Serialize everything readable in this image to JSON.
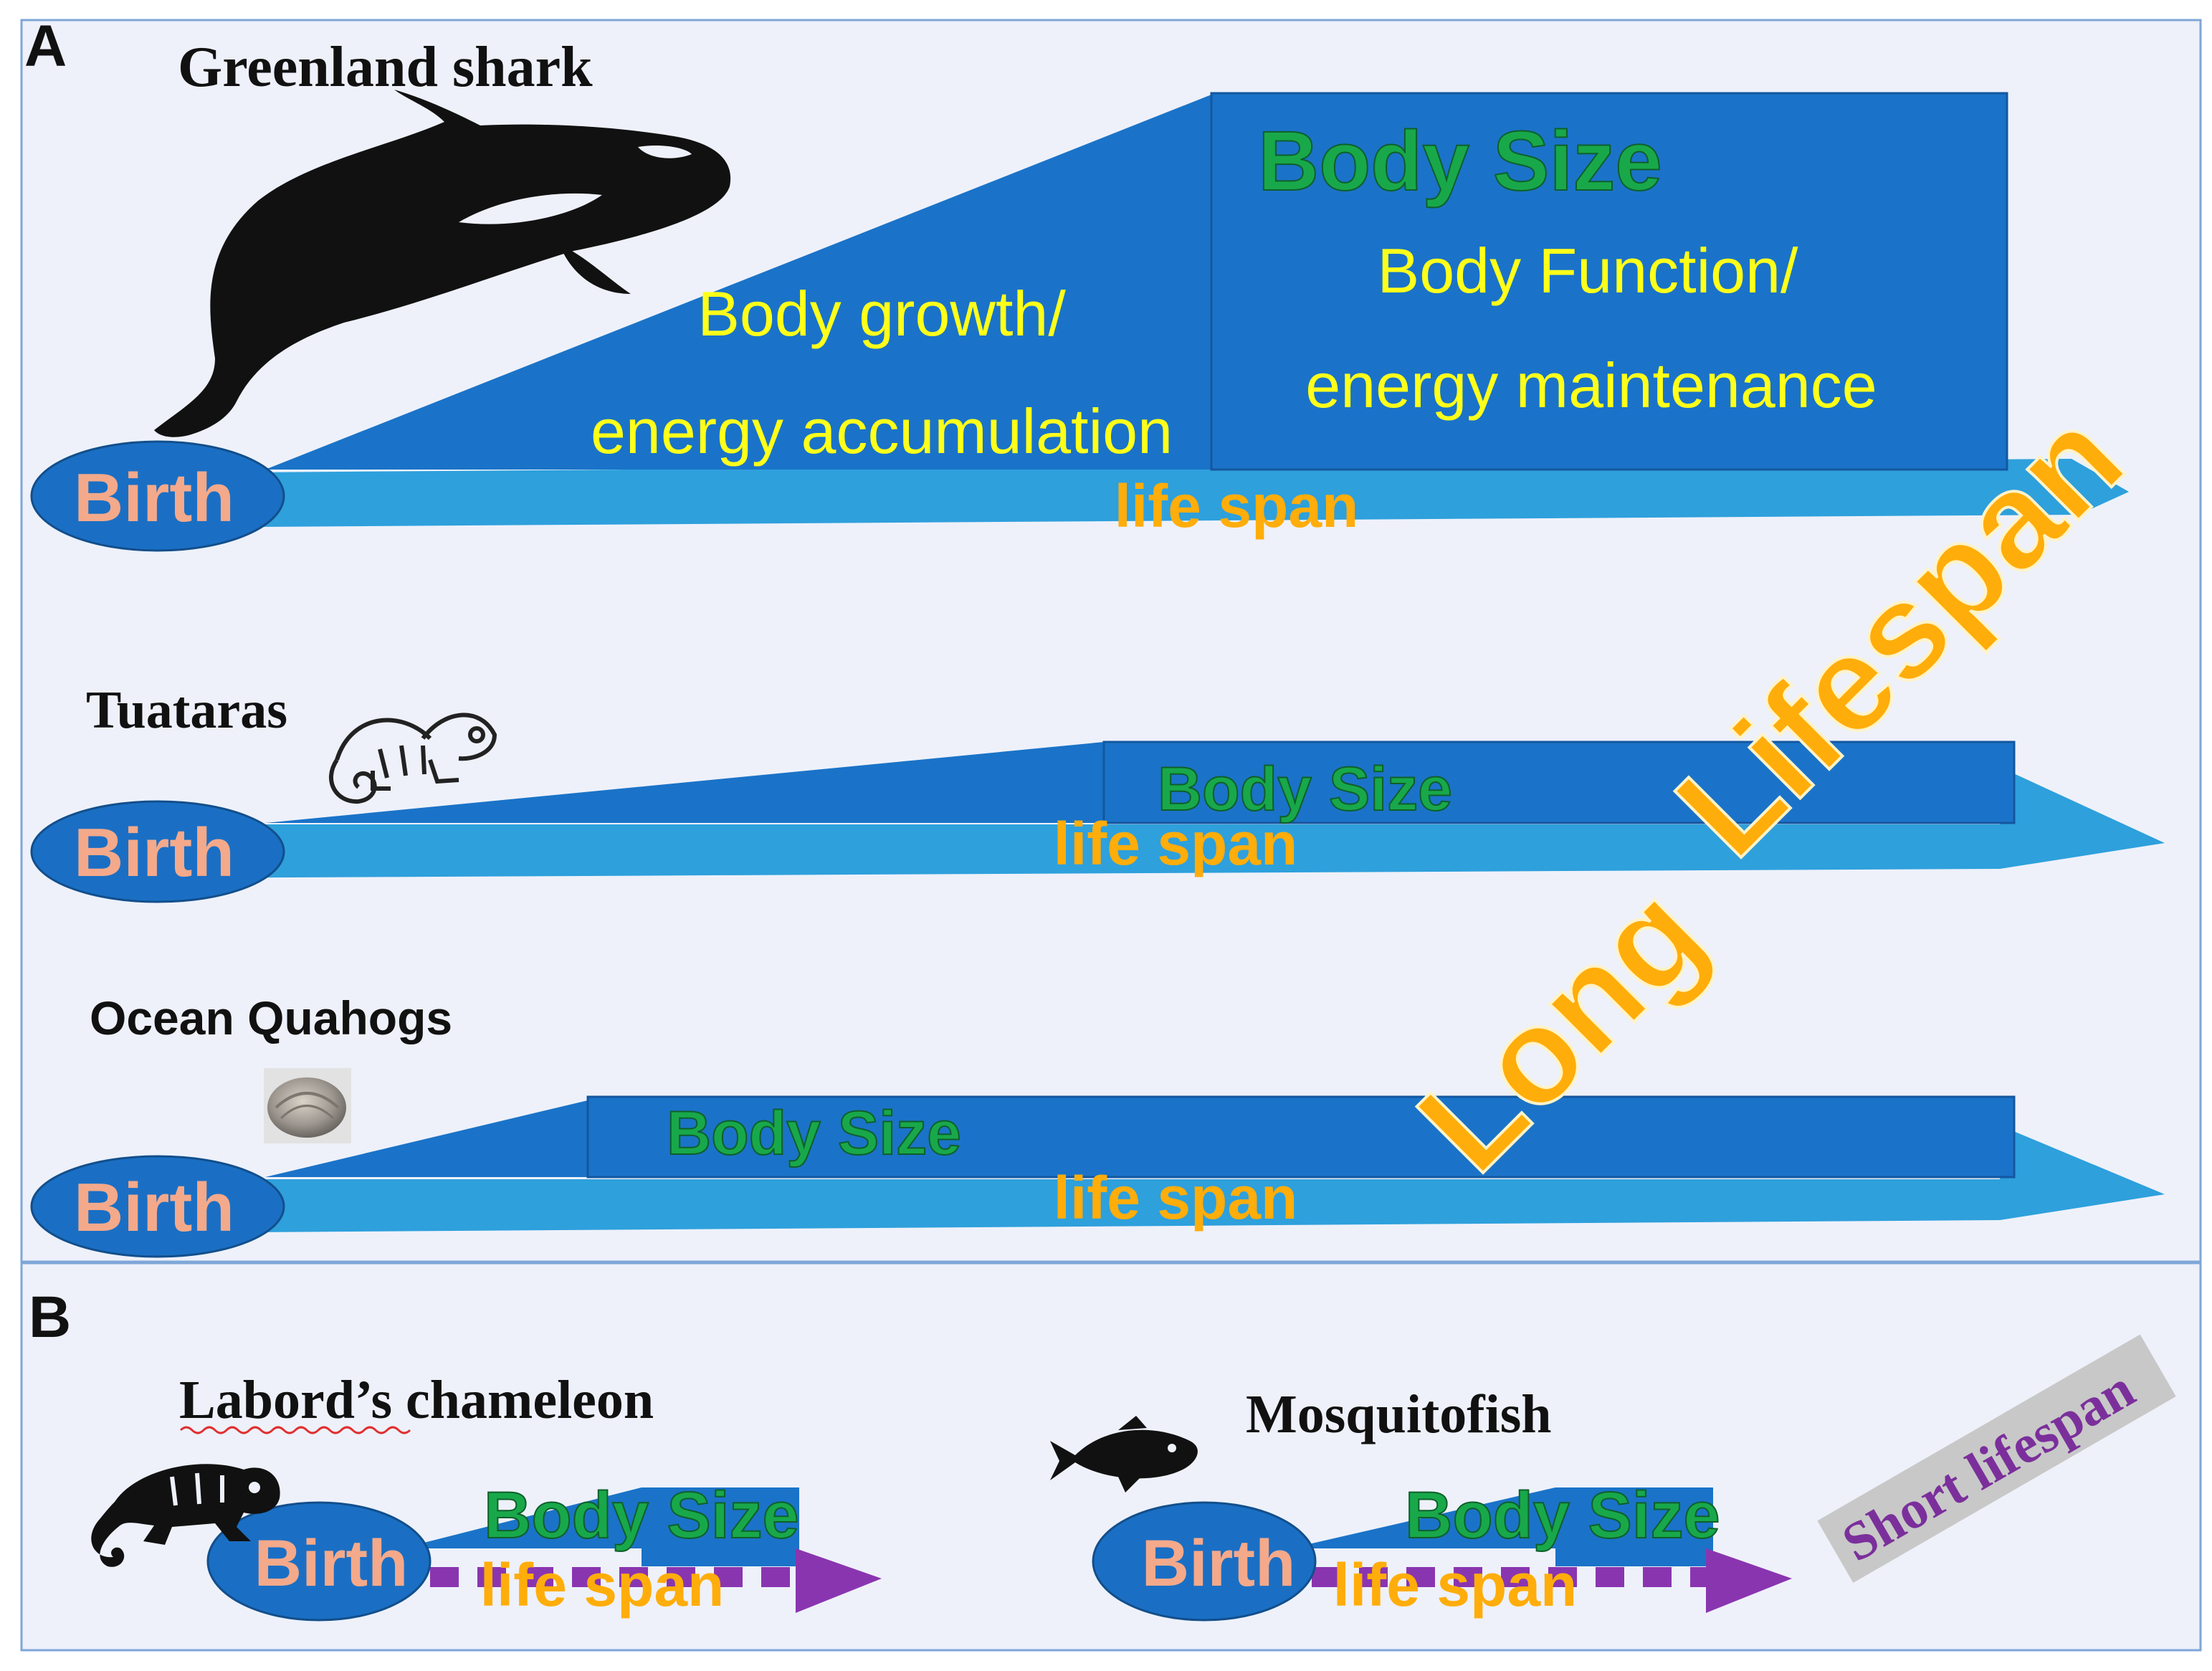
{
  "panels": {
    "a_label": "A",
    "b_label": "B"
  },
  "shark": {
    "name": "Greenland shark",
    "birth": "Birth",
    "growth_line1": "Body growth/",
    "growth_line2": "energy accumulation",
    "size_label": "Body Size",
    "function_line1": "Body Function/",
    "function_line2": "energy maintenance",
    "lifespan": "life span"
  },
  "tuataras": {
    "name": "Tuataras",
    "birth": "Birth",
    "size_label": "Body Size",
    "lifespan": "life span"
  },
  "quahogs": {
    "name": "Ocean Quahogs",
    "birth": "Birth",
    "size_label": "Body Size",
    "lifespan": "life span"
  },
  "long_lifespan": {
    "word1": "Long",
    "word2": "Lifespan"
  },
  "chameleon": {
    "name": "Labord’s chameleon",
    "birth": "Birth",
    "size_label": "Body Size",
    "lifespan": "life span"
  },
  "mosquitofish": {
    "name": "Mosquitofish",
    "birth": "Birth",
    "size_label": "Body Size",
    "lifespan": "life span"
  },
  "short_lifespan": "Short lifespan",
  "icons": [
    "orca-icon",
    "chameleon-outline-icon",
    "clam-shell-icon",
    "chameleon-silhouette-icon",
    "fish-icon"
  ],
  "colors": {
    "background": "#eef1fa",
    "arrow": "#2ea0dc",
    "body_block": "#1a73c8",
    "birth_oval": "#1a6fc4",
    "birth_text": "#f4a98a",
    "body_size_text": "#18a84a",
    "body_text_yellow": "#ffff1a",
    "lifespan_orange": "#ffad0a",
    "short_lifespan_purple": "#7b2f9b",
    "short_arrow": "#8a35b0"
  }
}
